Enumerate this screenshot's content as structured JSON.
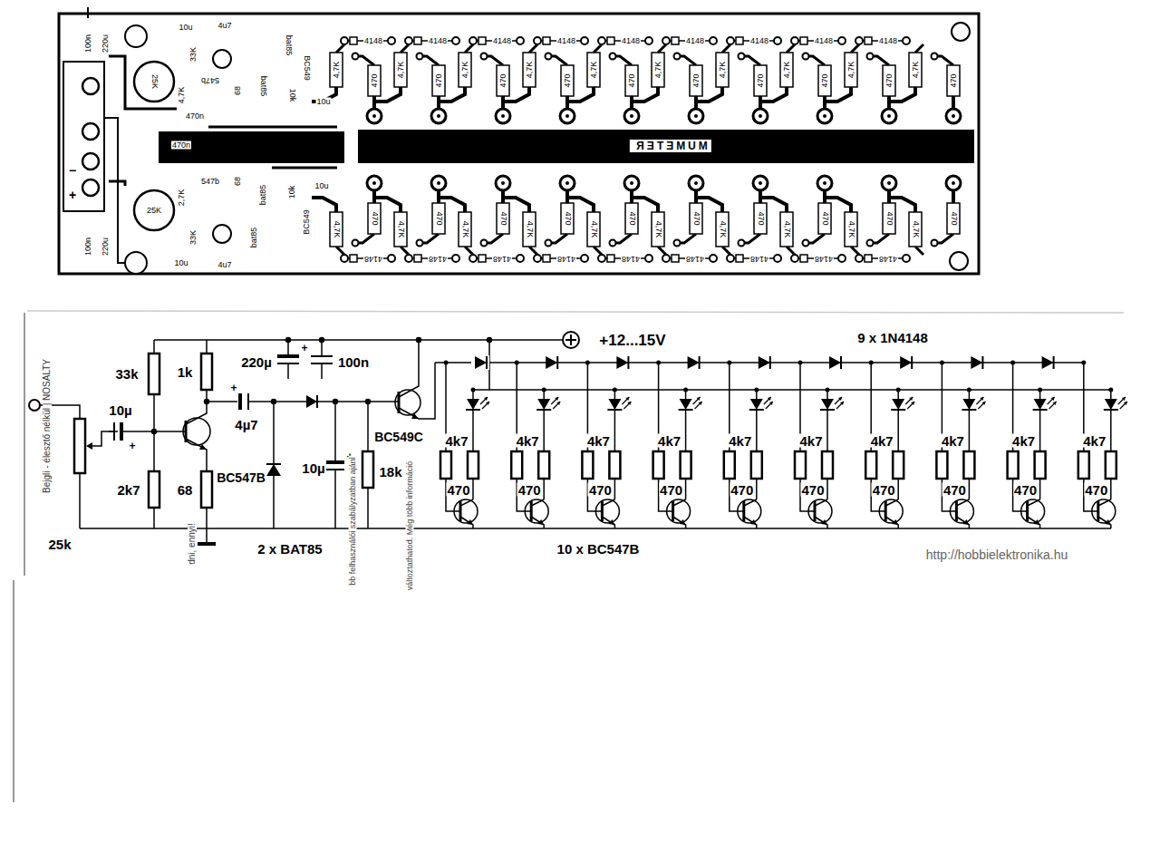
{
  "diagram": {
    "labels": [
      "100n",
      "220u",
      "10u",
      "33K",
      "4u7",
      "25K",
      "4,7K",
      "547b",
      "68",
      "bat85",
      "bat85",
      "BC549",
      "10k",
      "10u",
      "470n",
      "470n",
      "25K",
      "2,7K",
      "547b",
      "68",
      "bat85",
      "10k",
      "BC549",
      "10u",
      "33K",
      "bat85",
      "10u",
      "4u7",
      "220u",
      "100n",
      "−",
      "+",
      "MUMETER",
      "4148",
      "4148",
      "4148",
      "4148",
      "4148",
      "4148",
      "4148",
      "4148",
      "4148",
      "4,7K",
      "470",
      "4,7K",
      "470",
      "4,7K",
      "470",
      "4,7K",
      "470",
      "4,7K",
      "470",
      "4,7K",
      "470",
      "4,7K",
      "470",
      "4,7K",
      "470",
      "4,7K",
      "470",
      "4,7K",
      "470",
      "4148",
      "4148",
      "4148",
      "4148",
      "4148",
      "4148",
      "4148",
      "4148",
      "4148",
      "4,7K",
      "470",
      "4,7K",
      "470",
      "4,7K",
      "470",
      "4,7K",
      "470",
      "4,7K",
      "470",
      "4,7K",
      "470",
      "4,7K",
      "470",
      "4,7K",
      "470",
      "4,7K",
      "470",
      "4,7K",
      "470",
      "+12...15V",
      "9 x 1N4148",
      "33k",
      "1k",
      "220µ",
      "100n",
      "10µ",
      "+",
      "4µ7",
      "+",
      "+",
      "BC547B",
      "BC549C",
      "25k",
      "2k7",
      "68",
      "10µ",
      "+",
      "18k",
      "2 x BAT85",
      "10 x BC547B",
      "4k7",
      "470",
      "4k7",
      "470",
      "4k7",
      "470",
      "4k7",
      "470",
      "4k7",
      "470",
      "4k7",
      "470",
      "4k7",
      "470",
      "4k7",
      "470",
      "4k7",
      "470",
      "4k7",
      "470",
      "Bejgli - élesztő nélkül | NOSALTY",
      "dni, ennyi!",
      "bb felhasználói szabályzatban ajánl",
      "változtathatod. Még több információ",
      "http://hobbielektronika.hu"
    ]
  }
}
